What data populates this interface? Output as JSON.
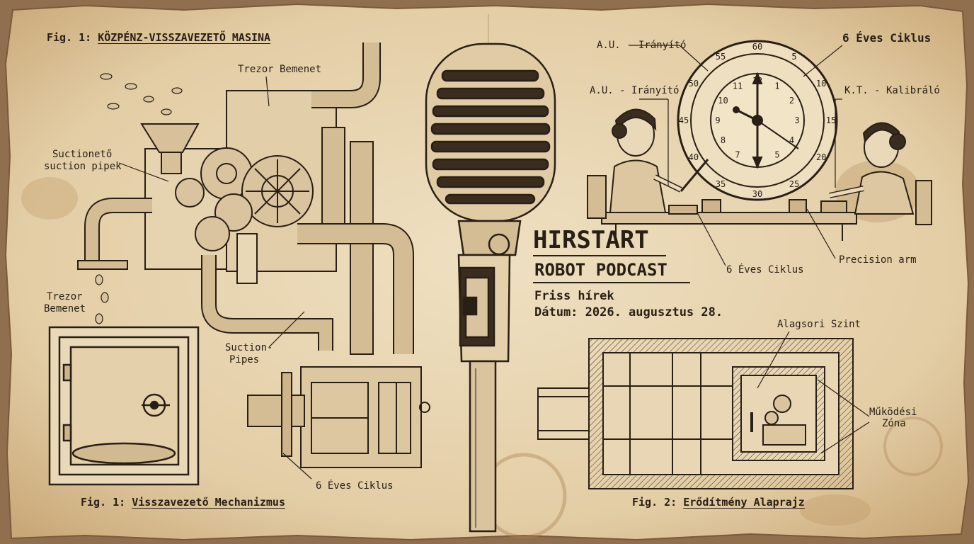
{
  "podcast": {
    "title": "HIRSTART",
    "subtitle": "ROBOT PODCAST",
    "tagline": "Friss hírek",
    "date": "Dátum: 2026. augusztus 28."
  },
  "panel_machine": {
    "caption_top_prefix": "Fig. 1:",
    "caption_top": "KÖZPÉNZ-VISSZAVEZETŐ MASINA",
    "caption_bottom_prefix": "Fig. 1:",
    "caption_bottom": "Visszavezető Mechanizmus",
    "labels": {
      "trezor_top": "Trezor Bemenet",
      "suction_left_1": "Suctionető",
      "suction_left_2": "suction pipek",
      "trezor_left_1": "Trezor",
      "trezor_left_2": "Bemenet",
      "suction_pipes_1": "Suction-",
      "suction_pipes_2": "Pipes",
      "cycle": "6 Éves Ciklus"
    }
  },
  "panel_clock": {
    "labels": {
      "au_top": "A.U. - Irányító",
      "au_left": "A.U. - Irányító",
      "cycle_top": "6 Éves Ciklus",
      "kt": "K.T. - Kalibráló",
      "cycle_bottom": "6 Éves Ciklus",
      "precision": "Precision arm"
    },
    "outer_ticks": [
      "60",
      "5",
      "10",
      "15",
      "20",
      "25",
      "30",
      "35",
      "40",
      "45",
      "50",
      "55"
    ],
    "inner_ticks": [
      "12",
      "1",
      "2",
      "3",
      "4",
      "5",
      "6",
      "7",
      "8",
      "9",
      "10",
      "11"
    ]
  },
  "panel_floorplan": {
    "caption_prefix": "Fig. 2:",
    "caption": "Erődítmény Alaprajz",
    "labels": {
      "basement": "Alagsori Szint",
      "zone_1": "Működési",
      "zone_2": "Zóna"
    }
  }
}
